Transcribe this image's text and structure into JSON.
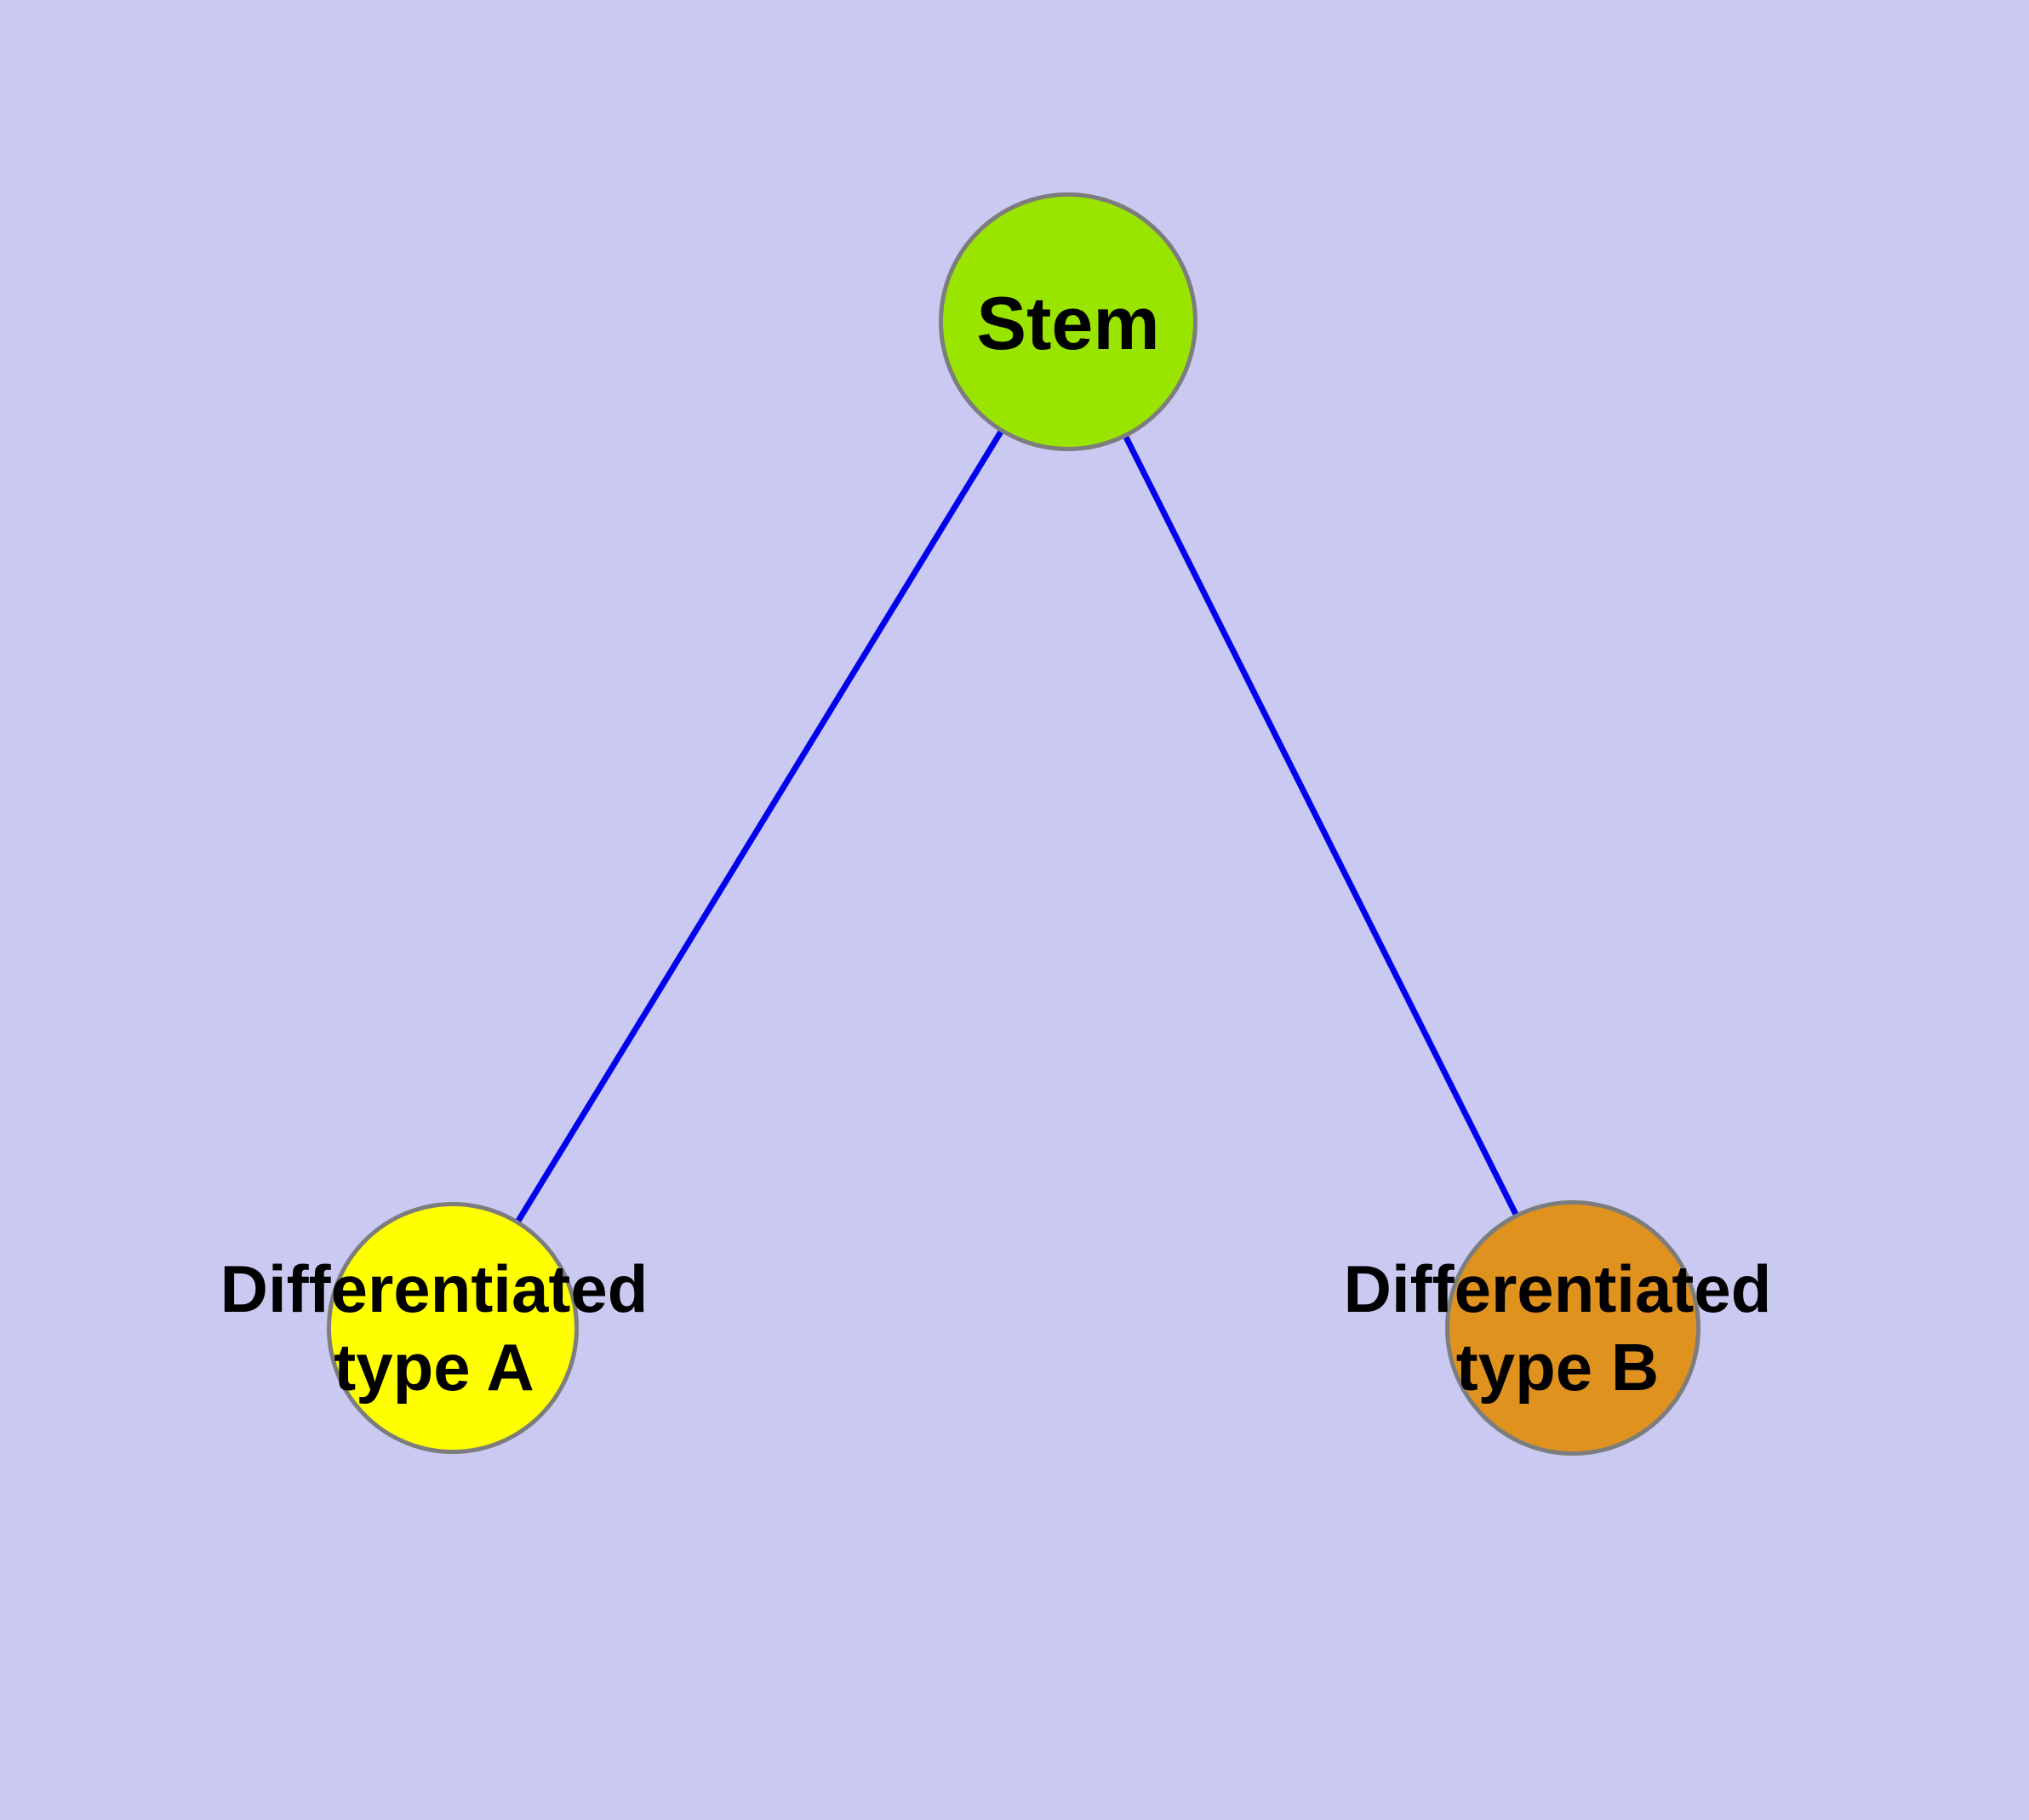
{
  "diagram": {
    "type": "node-link-graph",
    "background_color": "#c9c9f2",
    "edge_color": "#0000ee",
    "node_border_color": "#7d7d7d",
    "text_color": "#000000",
    "nodes": [
      {
        "id": "stem",
        "label": "Stem",
        "fill": "#99e500"
      },
      {
        "id": "diff-a",
        "label": "Differentiated\ntype A",
        "fill": "#ffff00"
      },
      {
        "id": "diff-b",
        "label": "Differentiated\ntype B",
        "fill": "#e0921e"
      }
    ],
    "edges": [
      {
        "from": "stem",
        "to": "diff-a"
      },
      {
        "from": "stem",
        "to": "diff-b"
      }
    ]
  }
}
